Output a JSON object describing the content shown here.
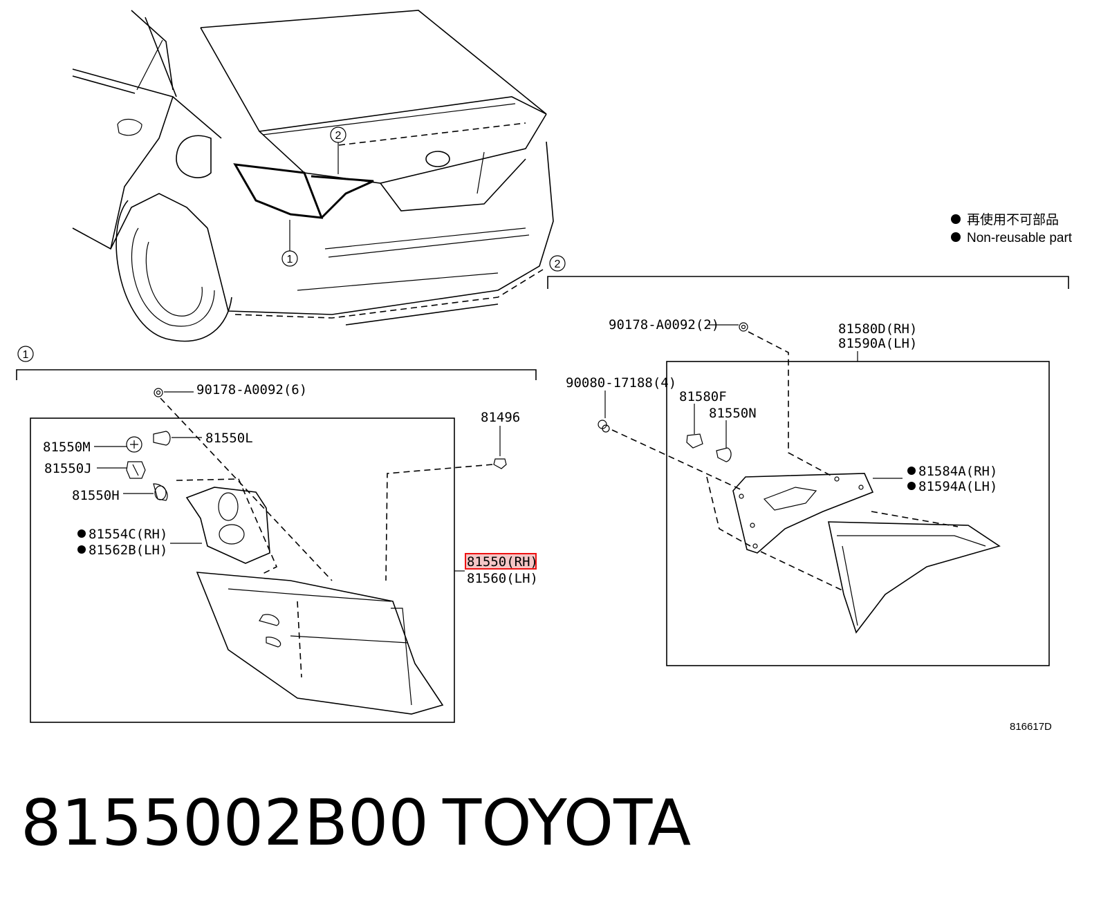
{
  "legend": {
    "line_cn": "再使用不可部品",
    "line_en": "Non-reusable part"
  },
  "callouts": {
    "one": "1",
    "two": "2"
  },
  "group1": {
    "clip_qty": "90178-A0092(6)",
    "screw": "81496",
    "parts": {
      "p81550m": "81550M",
      "p81550l": "81550L",
      "p81550j": "81550J",
      "p81550h": "81550H",
      "p81554c": "81554C(RH)",
      "p81562b": "81562B(LH)"
    },
    "assembly_rh": "81550(RH)",
    "assembly_lh": "81560(LH)"
  },
  "group2": {
    "clip_qty": "90178-A0092(2)",
    "nut_qty": "90080-17188(4)",
    "assembly_rh": "81580D(RH)",
    "assembly_lh": "81590A(LH)",
    "parts": {
      "p81580f": "81580F",
      "p81550n": "81550N",
      "p81584a": "81584A(RH)",
      "p81594a": "81594A(LH)"
    }
  },
  "diagram_ref": "816617D",
  "footer": {
    "part_number": "8155002B00",
    "brand": "TOYOTA"
  },
  "colors": {
    "line": "#000000",
    "highlight_fill": "#f4c6c6",
    "highlight_stroke": "#e11111"
  }
}
